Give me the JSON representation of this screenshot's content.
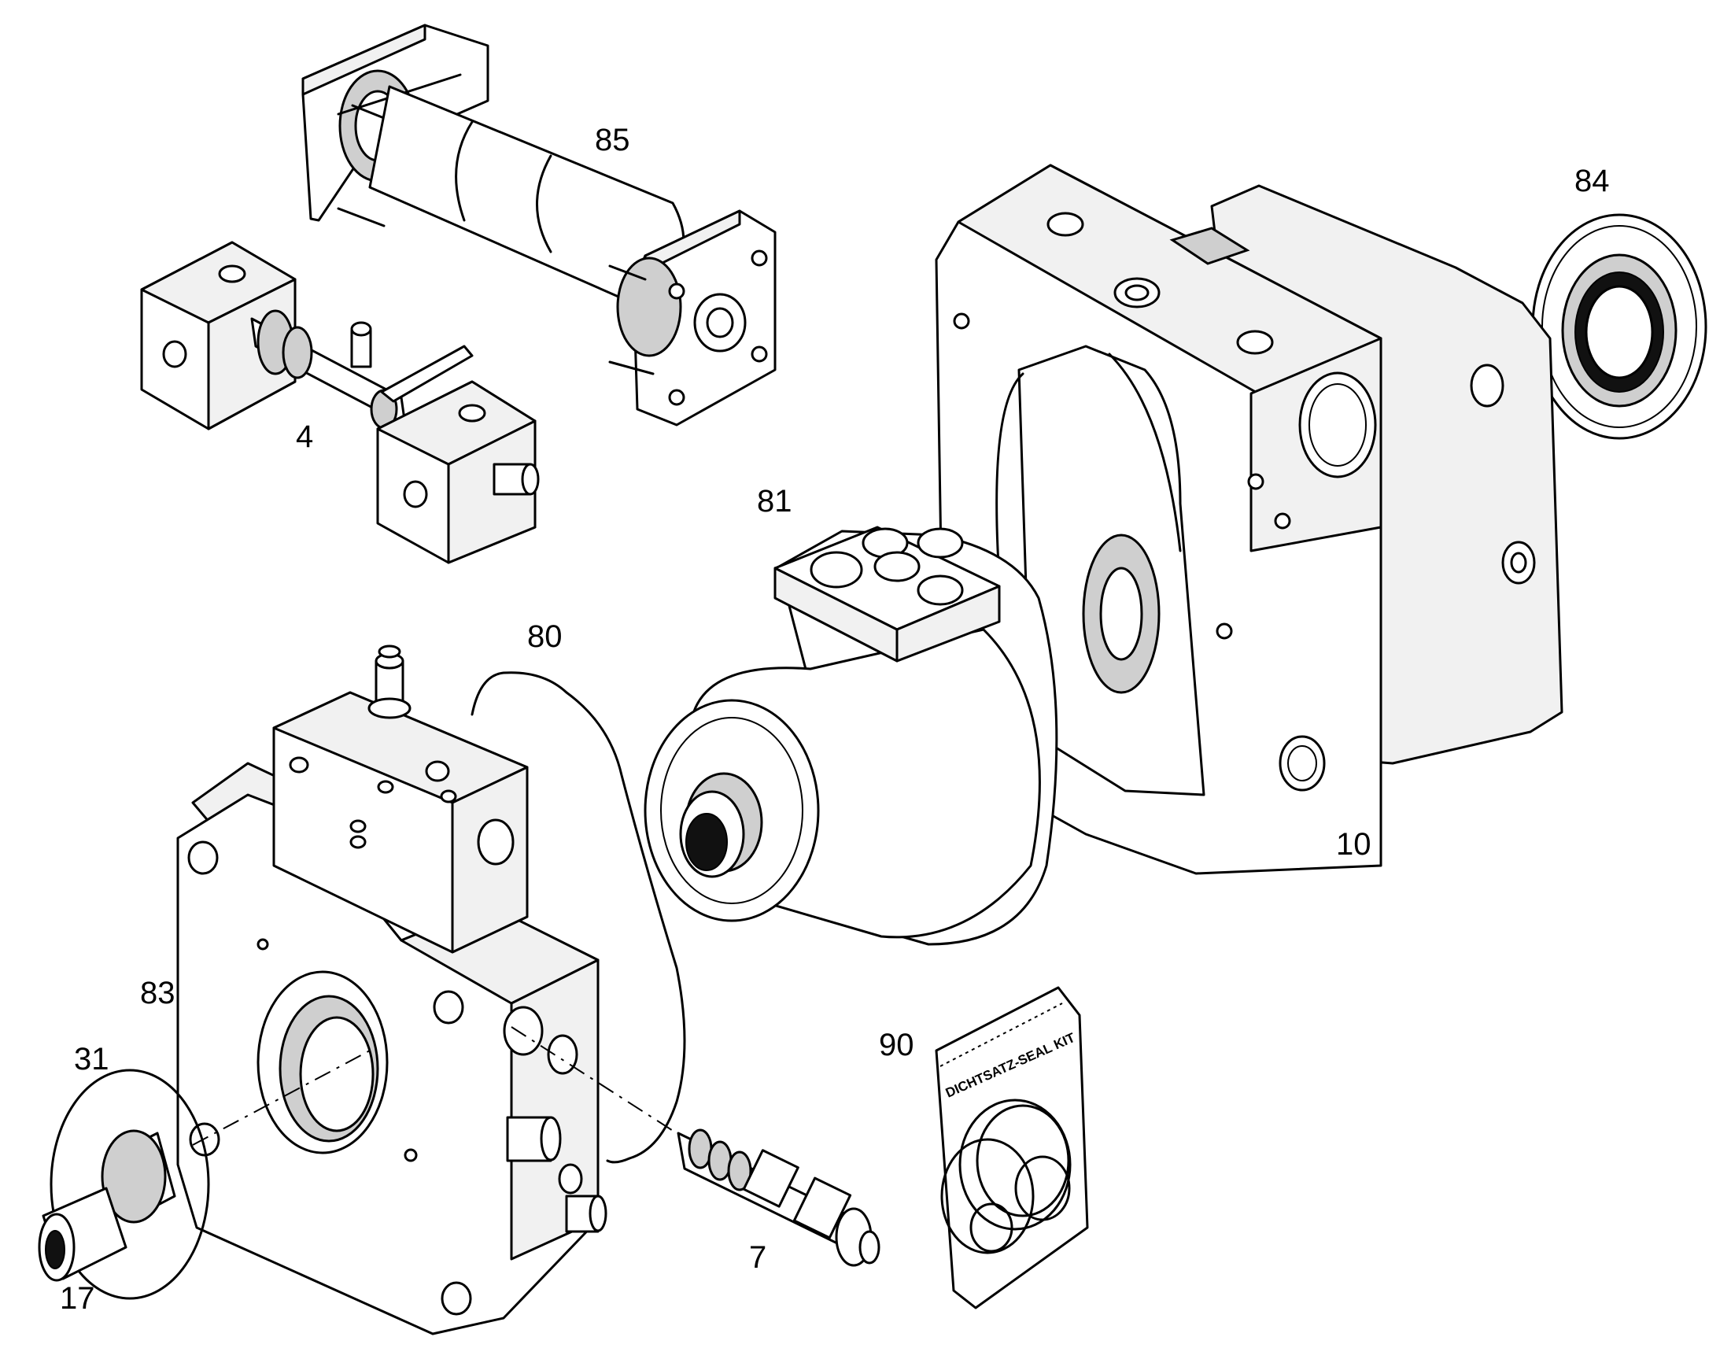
{
  "callouts": [
    {
      "id": "85",
      "label": "85"
    },
    {
      "id": "84",
      "label": "84"
    },
    {
      "id": "4",
      "label": "4"
    },
    {
      "id": "81",
      "label": "81"
    },
    {
      "id": "80",
      "label": "80"
    },
    {
      "id": "10",
      "label": "10"
    },
    {
      "id": "83",
      "label": "83"
    },
    {
      "id": "31",
      "label": "31"
    },
    {
      "id": "90",
      "label": "90"
    },
    {
      "id": "7",
      "label": "7"
    },
    {
      "id": "17",
      "label": "17"
    }
  ],
  "seal_kit": {
    "bag_text": "DICHTSATZ-SEAL KIT"
  }
}
